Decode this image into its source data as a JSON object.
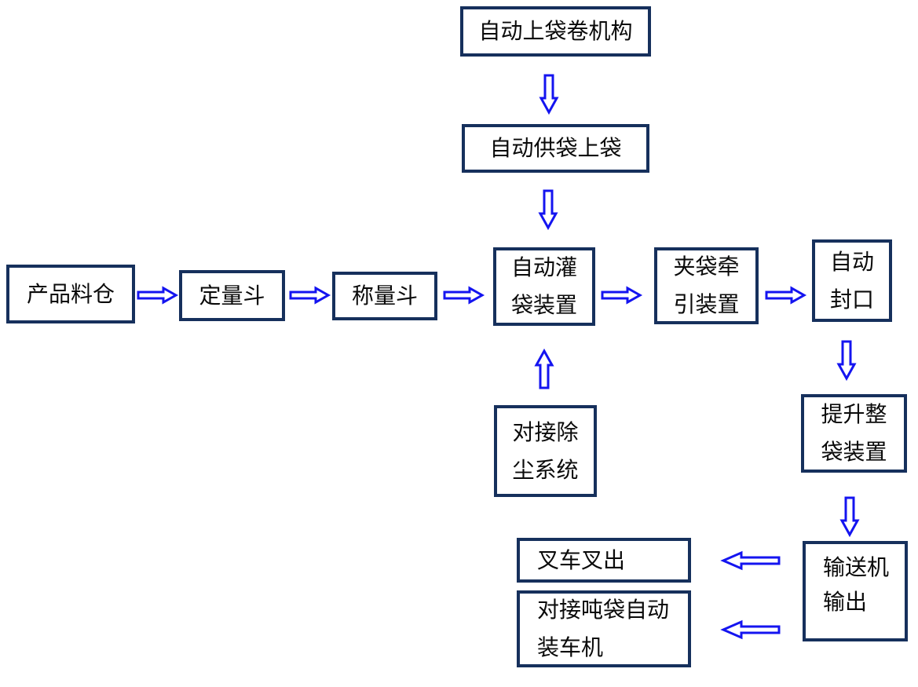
{
  "diagram": {
    "type": "flowchart",
    "background": "#ffffff",
    "box_border_color": "#16305c",
    "arrow_color": "#1414f0",
    "text_color": "#0a0a0a",
    "nodes": {
      "auto_bag_roll": {
        "line1": "自动上袋卷机构"
      },
      "auto_bag_feed": {
        "line1": "自动供袋上袋"
      },
      "product_silo": {
        "line1": "产品料仓"
      },
      "dosing_hopper": {
        "line1": "定量斗"
      },
      "weighing_hopper": {
        "line1": "称量斗"
      },
      "auto_filling": {
        "line1": "自动灌",
        "line2": "袋装置"
      },
      "bag_clamp_traction": {
        "line1": "夹袋牵",
        "line2": "引装置"
      },
      "auto_sealing": {
        "line1": "自动",
        "line2": "封口"
      },
      "dust_removal": {
        "line1": "对接除",
        "line2": "尘系统"
      },
      "bag_lifting": {
        "line1": "提升整",
        "line2": "袋装置"
      },
      "conveyor_output": {
        "line1": "输送机",
        "line2": "输出"
      },
      "forklift_out": {
        "line1": "叉车叉出"
      },
      "ton_bag_truck_loader": {
        "line1": "对接吨袋自动",
        "line2": "装车机"
      }
    },
    "edges": [
      {
        "from": "自动上袋卷机构",
        "to": "自动供袋上袋",
        "direction": "down"
      },
      {
        "from": "自动供袋上袋",
        "to": "自动灌袋装置",
        "direction": "down"
      },
      {
        "from": "产品料仓",
        "to": "定量斗",
        "direction": "right"
      },
      {
        "from": "定量斗",
        "to": "称量斗",
        "direction": "right"
      },
      {
        "from": "称量斗",
        "to": "自动灌袋装置",
        "direction": "right"
      },
      {
        "from": "自动灌袋装置",
        "to": "夹袋牵引装置",
        "direction": "right"
      },
      {
        "from": "夹袋牵引装置",
        "to": "自动封口",
        "direction": "right"
      },
      {
        "from": "对接除尘系统",
        "to": "自动灌袋装置",
        "direction": "up"
      },
      {
        "from": "自动封口",
        "to": "提升整袋装置",
        "direction": "down"
      },
      {
        "from": "提升整袋装置",
        "to": "输送机输出",
        "direction": "down"
      },
      {
        "from": "输送机输出",
        "to": "叉车叉出",
        "direction": "left"
      },
      {
        "from": "输送机输出",
        "to": "对接吨袋自动装车机",
        "direction": "left"
      }
    ]
  }
}
